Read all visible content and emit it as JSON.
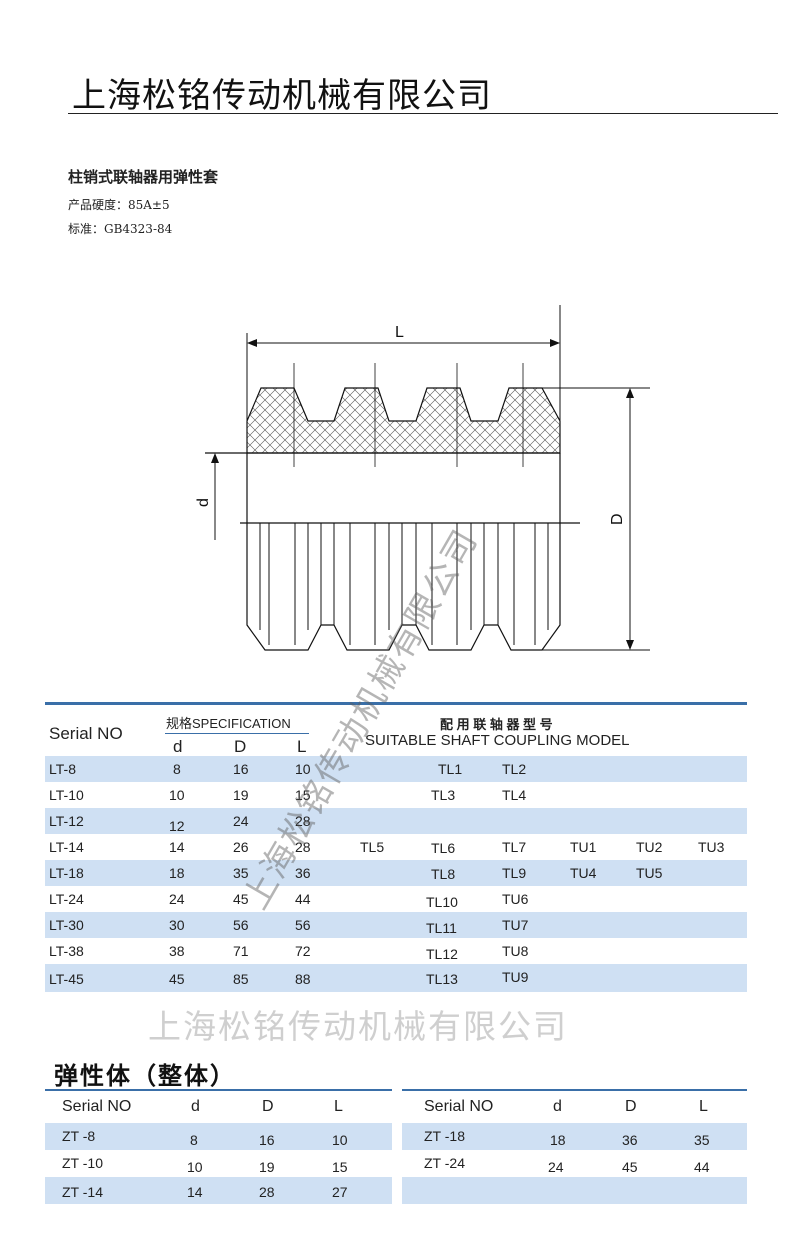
{
  "header": {
    "company_name": "上海松铭传动机械有限公司"
  },
  "product": {
    "title": "柱销式联轴器用弹性套",
    "hardness": "产品硬度：85A±5",
    "standard": "标准：GB4323-84"
  },
  "drawing": {
    "label_L": "L",
    "label_D": "D",
    "label_d": "d"
  },
  "spec_table": {
    "serial_header": "Serial NO",
    "spec_header": "规格SPECIFICATION",
    "coupling_header_cn": "配 用 联 轴 器 型 号",
    "coupling_header_en": "SUITABLE SHAFT COUPLING MODEL",
    "sub_d": "d",
    "sub_D": "D",
    "sub_L": "L",
    "rows": [
      {
        "serial": "LT-8",
        "d": "8",
        "D": "16",
        "L": "10",
        "models": [
          "",
          "TL1",
          "TL2",
          "",
          "",
          ""
        ]
      },
      {
        "serial": "LT-10",
        "d": "10",
        "D": "19",
        "L": "15",
        "models": [
          "",
          "TL3",
          "TL4",
          "",
          "",
          ""
        ]
      },
      {
        "serial": "LT-12",
        "d": "12",
        "D": "24",
        "L": "28",
        "models": [
          "",
          "",
          "",
          "",
          "",
          ""
        ]
      },
      {
        "serial": "LT-14",
        "d": "14",
        "D": "26",
        "L": "28",
        "models": [
          "TL5",
          "TL6",
          "TL7",
          "TU1",
          "TU2",
          "TU3"
        ]
      },
      {
        "serial": "LT-18",
        "d": "18",
        "D": "35",
        "L": "36",
        "models": [
          "",
          "TL8",
          "TL9",
          "TU4",
          "TU5",
          ""
        ]
      },
      {
        "serial": "LT-24",
        "d": "24",
        "D": "45",
        "L": "44",
        "models": [
          "",
          "TL10",
          "TU6",
          "",
          "",
          ""
        ]
      },
      {
        "serial": "LT-30",
        "d": "30",
        "D": "56",
        "L": "56",
        "models": [
          "",
          "TL11",
          "TU7",
          "",
          "",
          ""
        ]
      },
      {
        "serial": "LT-38",
        "d": "38",
        "D": "71",
        "L": "72",
        "models": [
          "",
          "TL12",
          "TU8",
          "",
          "",
          ""
        ]
      },
      {
        "serial": "LT-45",
        "d": "45",
        "D": "85",
        "L": "88",
        "models": [
          "",
          "TL13",
          "TU9",
          "",
          "",
          ""
        ]
      }
    ]
  },
  "watermark": {
    "text": "上海松铭传动机械有限公司",
    "diagonal": "上海松铭传动机械有限公司"
  },
  "integral": {
    "title": "弹性体（整体）",
    "left": {
      "headers": [
        "Serial NO",
        "d",
        "D",
        "L"
      ],
      "rows": [
        [
          "ZT -8",
          "8",
          "16",
          "10"
        ],
        [
          "ZT -10",
          "10",
          "19",
          "15"
        ],
        [
          "ZT -14",
          "14",
          "28",
          "27"
        ]
      ]
    },
    "right": {
      "headers": [
        "Serial NO",
        "d",
        "D",
        "L"
      ],
      "rows": [
        [
          "ZT -18",
          "18",
          "36",
          "35"
        ],
        [
          "ZT -24",
          "24",
          "45",
          "44"
        ],
        [
          "",
          "",
          "",
          ""
        ]
      ]
    }
  }
}
